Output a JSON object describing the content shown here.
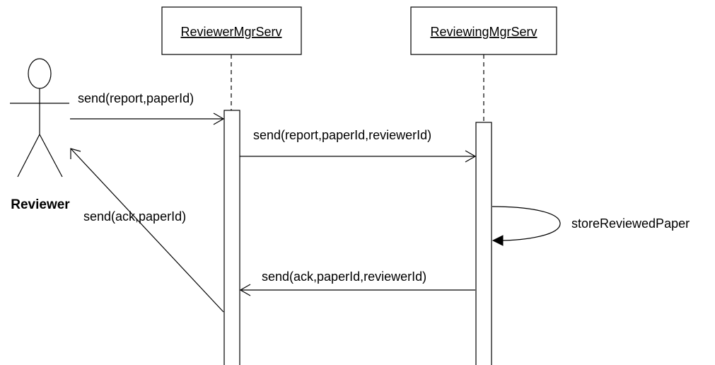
{
  "actor": {
    "name": "Reviewer"
  },
  "objects": [
    {
      "name": "ReviewerMgrServ"
    },
    {
      "name": "ReviewingMgrServ"
    }
  ],
  "messages": [
    {
      "label": "send(report,paperId)",
      "kind": "call"
    },
    {
      "label": "send(report,paperId,reviewerId)",
      "kind": "call"
    },
    {
      "label": "storeReviewedPaper",
      "kind": "self-call"
    },
    {
      "label": "send(ack,paperId,reviewerId)",
      "kind": "return"
    },
    {
      "label": "send(ack,paperId)",
      "kind": "return"
    }
  ]
}
